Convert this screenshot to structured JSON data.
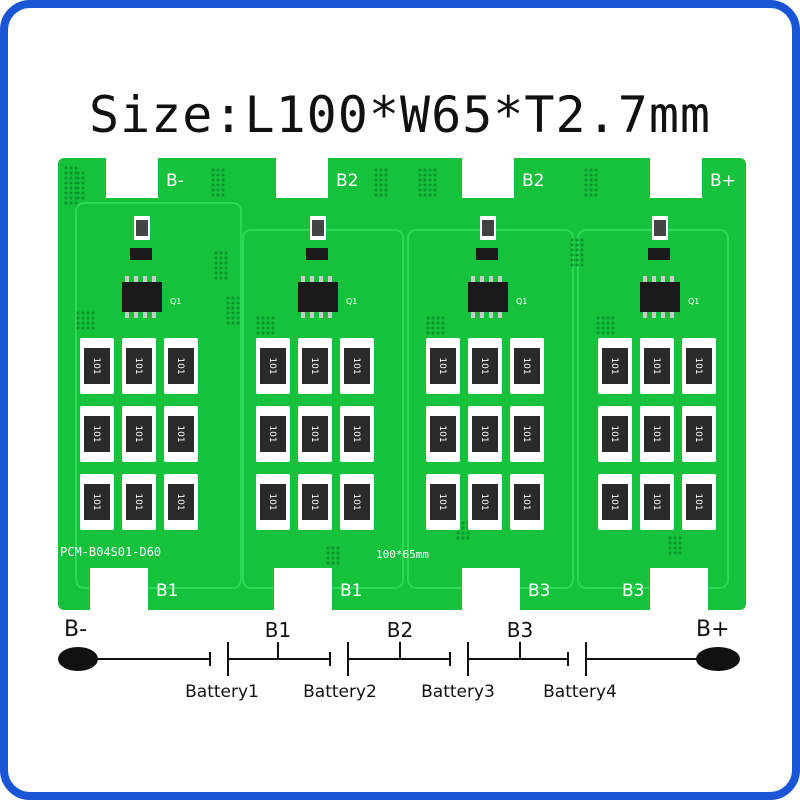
{
  "title": "Size:L100*W65*T2.7mm",
  "board": {
    "colors": {
      "pcb": "#16c23c",
      "pad": "#ffffff",
      "chip": "#1a1a1a",
      "resistor_body": "#2a2a2a"
    },
    "top_pads": [
      "B-",
      "B2",
      "B2",
      "B+"
    ],
    "bottom_pads": [
      "B1",
      "B1",
      "B3",
      "B3"
    ],
    "part_number": "PCM-B04S01-D60",
    "dimension_label": "100*65mm",
    "chip_label": "Q1",
    "resistor_code": "101"
  },
  "diagram": {
    "terminal_negative": "B-",
    "terminal_positive": "B+",
    "taps": [
      "B1",
      "B2",
      "B3"
    ],
    "batteries": [
      "Battery1",
      "Battery2",
      "Battery3",
      "Battery4"
    ]
  }
}
